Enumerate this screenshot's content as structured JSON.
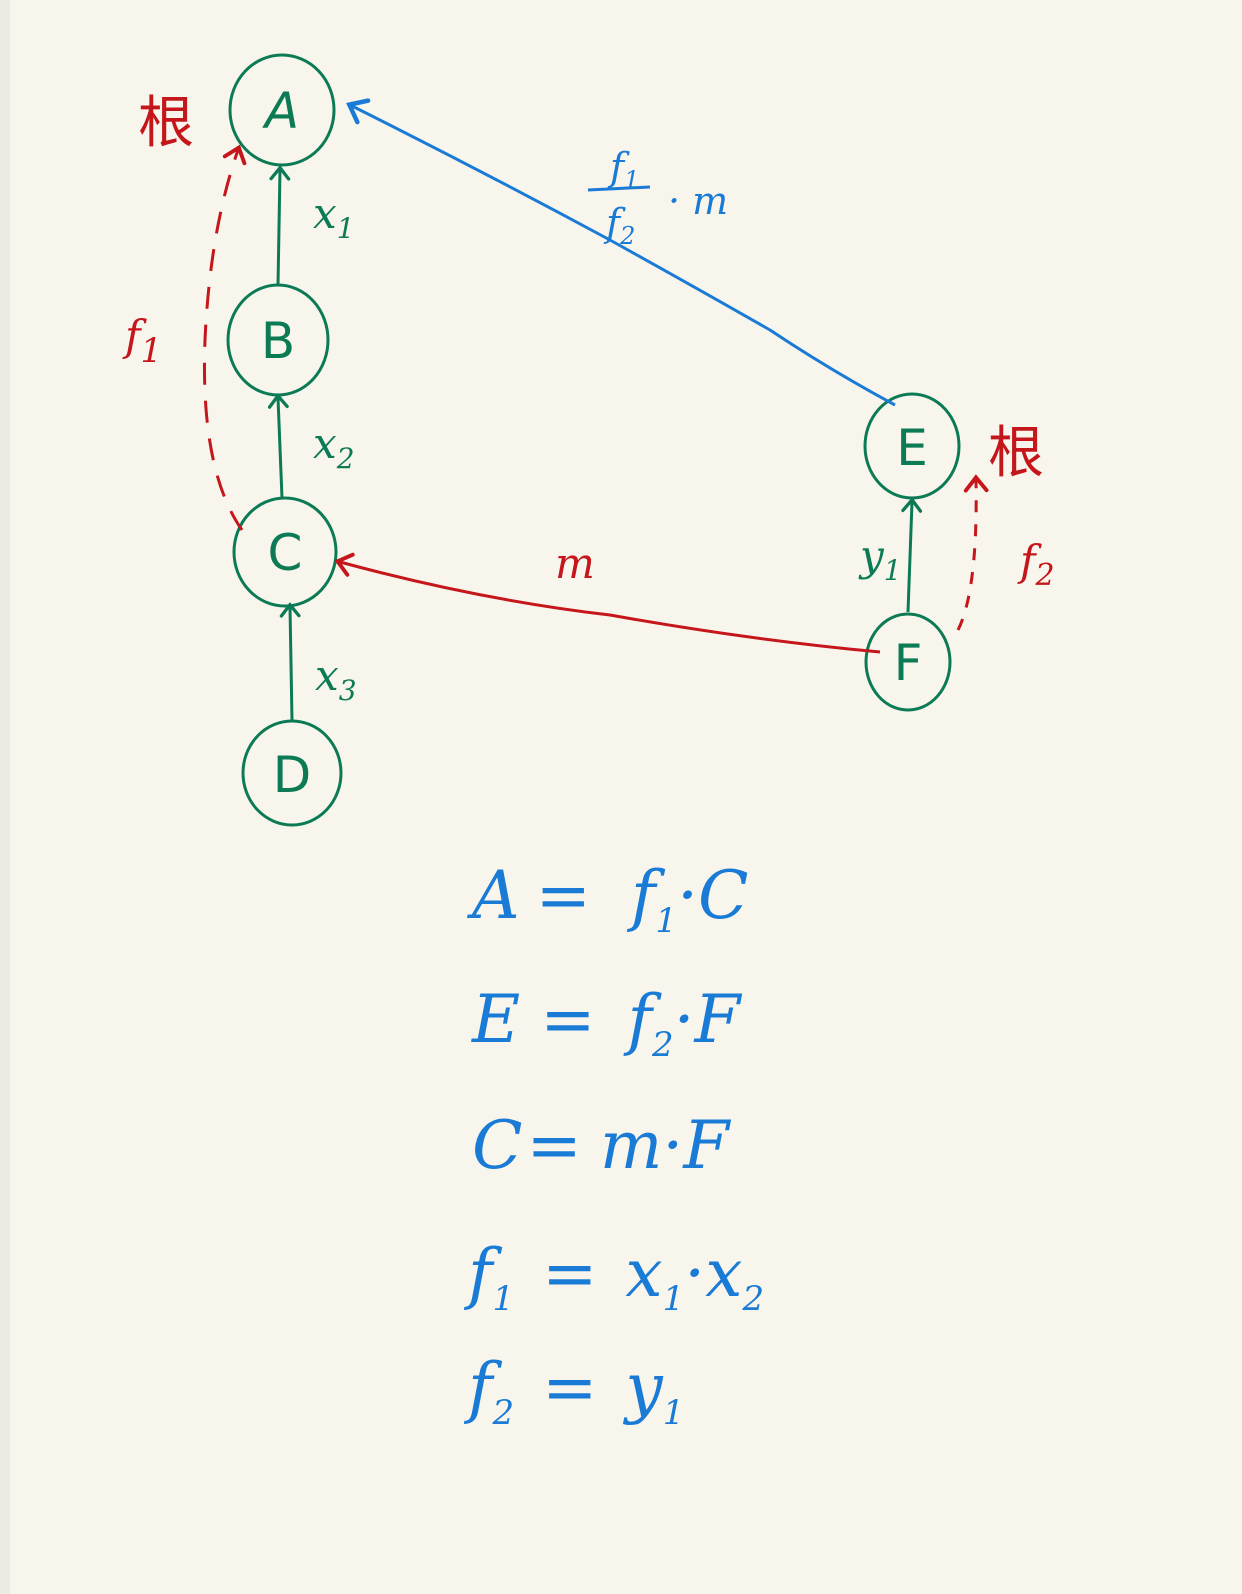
{
  "diagram": {
    "nodes": {
      "A": {
        "label": "A"
      },
      "B": {
        "label": "B"
      },
      "C": {
        "label": "C"
      },
      "D": {
        "label": "D"
      },
      "E": {
        "label": "E"
      },
      "F": {
        "label": "F"
      }
    },
    "root_marks": {
      "left": "根",
      "right": "根"
    },
    "edge_labels": {
      "x1": {
        "base": "x",
        "sub": "1"
      },
      "x2": {
        "base": "x",
        "sub": "2"
      },
      "x3": {
        "base": "x",
        "sub": "3"
      },
      "y1": {
        "base": "y",
        "sub": "1"
      },
      "f1_path": {
        "base": "f",
        "sub": "1"
      },
      "f2_path": {
        "base": "f",
        "sub": "2"
      },
      "m_red": "m",
      "blue_num": {
        "base": "f",
        "sub": "1"
      },
      "blue_den": {
        "base": "f",
        "sub": "2"
      },
      "blue_mult": "· m"
    },
    "colors": {
      "tree": "#0b7a55",
      "path": "#c5161b",
      "link": "#1a7bd6",
      "paper": "#f8f6ec"
    }
  },
  "equations": [
    {
      "lhs": "A",
      "rhs_parts": [
        "f",
        "1",
        " · C"
      ]
    },
    {
      "lhs": "E",
      "rhs_parts": [
        "f",
        "2",
        " · F"
      ]
    },
    {
      "lhs": "C",
      "rhs_parts": [
        "m · F",
        "",
        ""
      ]
    },
    {
      "lhs": "f",
      "lhs_sub": "1",
      "rhs_parts": [
        "x",
        "1",
        " · x",
        "2"
      ]
    },
    {
      "lhs": "f",
      "lhs_sub": "2",
      "rhs_parts": [
        "y",
        "1"
      ]
    }
  ],
  "equation_lines": {
    "eq1": {
      "lhs": "A",
      "eq": "=",
      "f": "f",
      "fsub": "1",
      "rest": "·C"
    },
    "eq2": {
      "lhs": "E",
      "eq": "=",
      "f": "f",
      "fsub": "2",
      "rest": "·F"
    },
    "eq3": {
      "lhs": "C",
      "eq": "=",
      "rest": "m·F"
    },
    "eq4": {
      "lhs": "f",
      "lhssub": "1",
      "eq": "=",
      "a": "x",
      "asub": "1",
      "dot": "·",
      "b": "x",
      "bsub": "2"
    },
    "eq5": {
      "lhs": "f",
      "lhssub": "2",
      "eq": "=",
      "a": "y",
      "asub": "1"
    }
  }
}
